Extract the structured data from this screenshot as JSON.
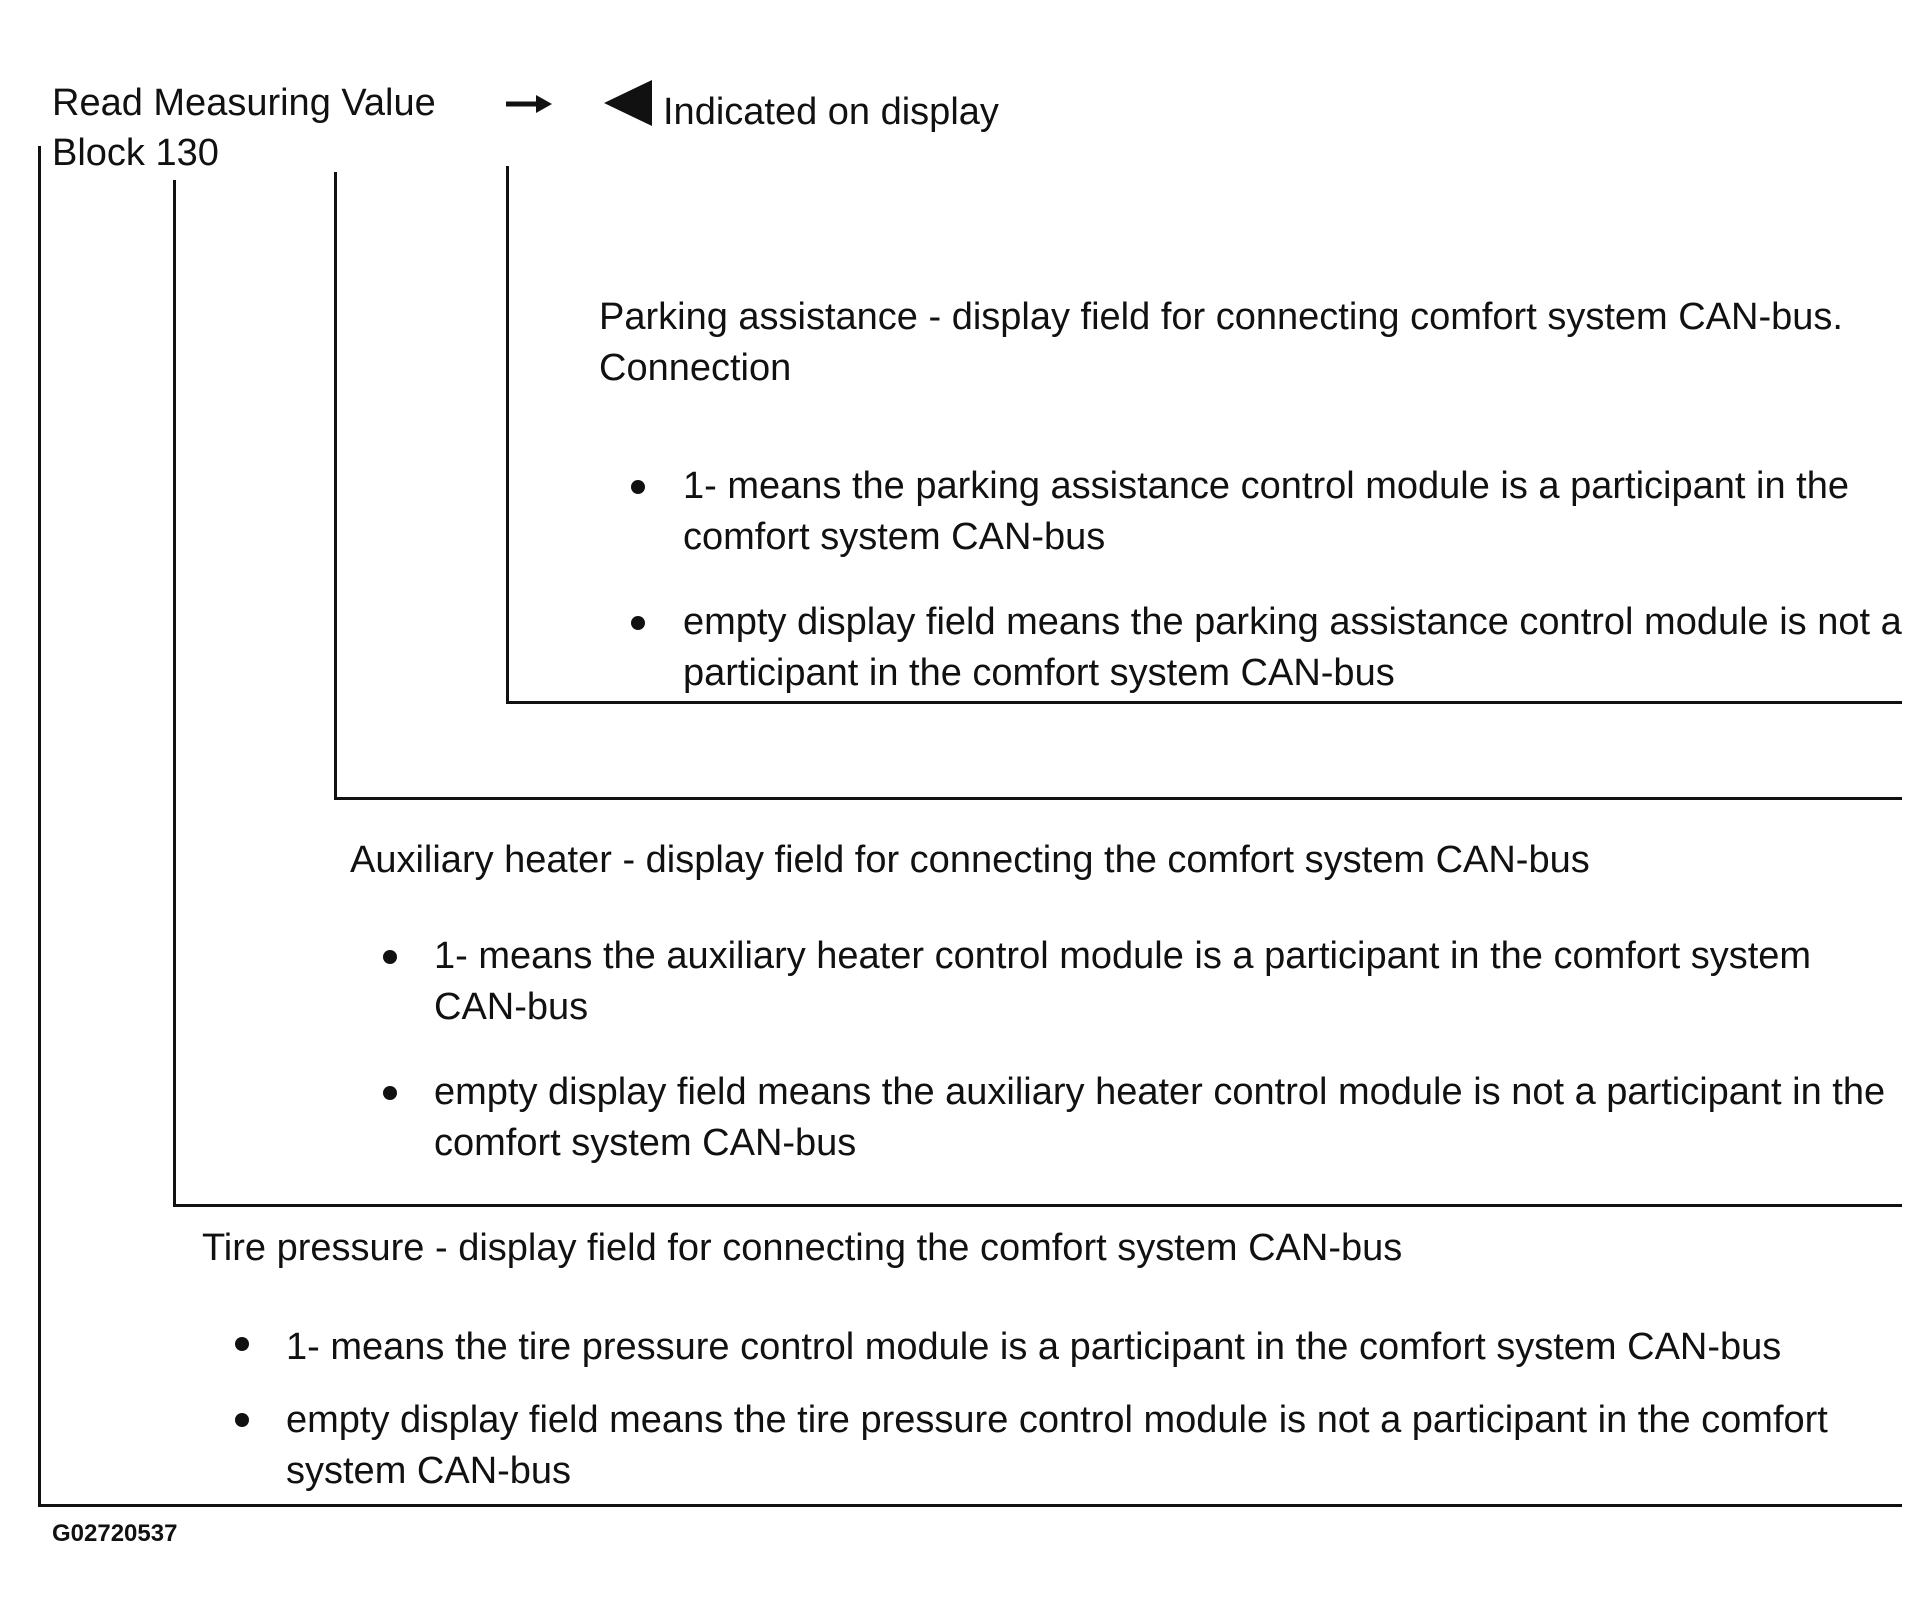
{
  "header": {
    "title_line1": "Read Measuring Value",
    "title_line2": "Block 130",
    "legend_label": "Indicated on display",
    "arrow_icon": "right-arrow-icon",
    "display_icon": "display-triangle-icon"
  },
  "sections": [
    {
      "heading": "Parking assistance - display field for connecting comfort system CAN-bus. Connection",
      "bullets": [
        "1- means the parking assistance control module is a participant in the comfort system CAN-bus",
        "empty display field means the parking assistance control module is not a participant in the comfort system CAN-bus"
      ]
    },
    {
      "heading": "Auxiliary heater - display field for connecting the comfort system CAN-bus",
      "bullets": [
        "1- means the auxiliary heater control module is a participant in the comfort system CAN-bus",
        "empty display field means the auxiliary heater control module is not a participant in the comfort system CAN-bus"
      ]
    },
    {
      "heading": "Tire pressure - display field for connecting the comfort system CAN-bus",
      "bullets": [
        "1- means the tire pressure control module is a participant in the comfort system CAN-bus",
        "empty display field means the tire pressure control module is not a participant in the comfort system CAN-bus"
      ]
    }
  ],
  "figure_code": "G02720537"
}
